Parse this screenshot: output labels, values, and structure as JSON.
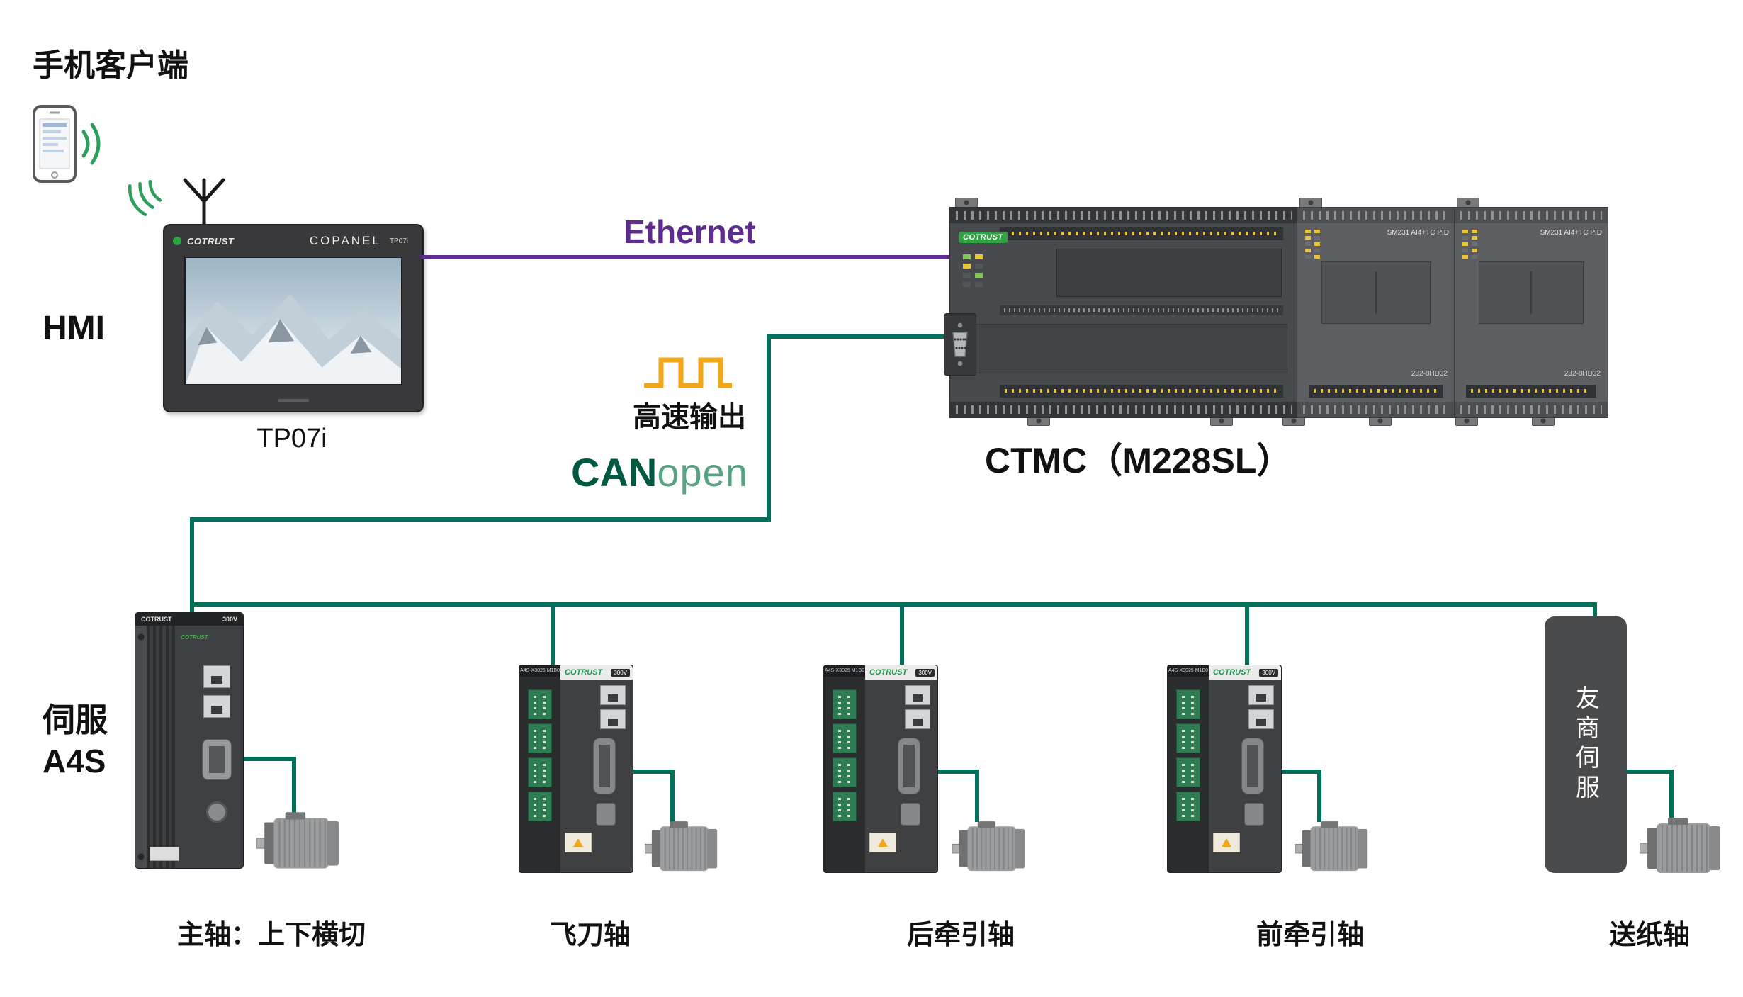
{
  "colors": {
    "ethernet_line": "#5E2C8E",
    "can_bus_line": "#00705A",
    "pulse_icon": "#F2A71B",
    "canopen_dark": "#005742",
    "canopen_light": "#57A384",
    "brand_green": "#2FA342"
  },
  "mobile": {
    "label": "手机客户端"
  },
  "hmi": {
    "section_label": "HMI",
    "caption": "TP07i",
    "brand": "COTRUST",
    "panel_series": "COPANEL",
    "panel_model": "TP07i"
  },
  "links": {
    "ethernet": "Ethernet",
    "high_speed": "高速输出",
    "can_bold": "CAN",
    "can_light": "open"
  },
  "plc": {
    "caption": "CTMC（M228SL）",
    "brand": "COTRUST",
    "expansions": [
      {
        "top_label": "SM231 AI4+TC PID",
        "bottom_label": "232-8HD32"
      },
      {
        "top_label": "SM231 AI4+TC PID",
        "bottom_label": "232-8HD32"
      }
    ]
  },
  "servo_family": {
    "line1": "伺服",
    "line2": "A4S"
  },
  "drives": {
    "main": {
      "brand": "COTRUST",
      "voltage": "300V"
    },
    "compact": {
      "model": "A4S-X3025 M1B0",
      "brand": "COTRUST",
      "voltage": "300V"
    }
  },
  "friend": {
    "label": "友商伺服"
  },
  "axes": [
    {
      "label": "主轴：上下横切"
    },
    {
      "label": "飞刀轴"
    },
    {
      "label": "后牵引轴"
    },
    {
      "label": "前牵引轴"
    },
    {
      "label": "送纸轴"
    }
  ]
}
